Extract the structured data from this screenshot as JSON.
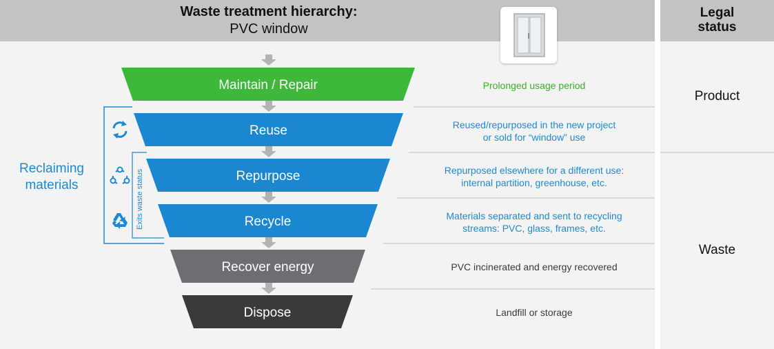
{
  "header": {
    "title": "Waste treatment hierarchy:",
    "subtitle": "PVC window",
    "legal_title_line1": "Legal",
    "legal_title_line2": "status"
  },
  "side_label": {
    "line1": "Reclaiming",
    "line2": "materials"
  },
  "exits_label": "Exits waste status",
  "steps": [
    {
      "label": "Maintain / Repair",
      "color": "#3db83a",
      "description": [
        "Prolonged usage period"
      ],
      "description_color": "#3aae2a"
    },
    {
      "label": "Reuse",
      "color": "#1a87d0",
      "description": [
        "Reused/repurposed in the new project",
        "or sold for “window” use"
      ],
      "description_color": "#1b8ad1"
    },
    {
      "label": "Repurpose",
      "color": "#1a87d0",
      "description": [
        "Repurposed elsewhere for a different use:",
        "internal partition, greenhouse, etc."
      ],
      "description_color": "#1b8ad1"
    },
    {
      "label": "Recycle",
      "color": "#1a87d0",
      "description": [
        "Materials separated and sent to recycling",
        "streams: PVC, glass, frames, etc."
      ],
      "description_color": "#1b8ad1"
    },
    {
      "label": "Recover energy",
      "color": "#6d6e71",
      "description": [
        "PVC incinerated and energy recovered"
      ],
      "description_color": "#3a3a3a"
    },
    {
      "label": "Dispose",
      "color": "#3a3a3b",
      "description": [
        "Landfill or storage"
      ],
      "description_color": "#3a3a3a"
    }
  ],
  "legal_status": {
    "product": "Product",
    "waste": "Waste"
  },
  "icons": [
    "rotate-arrows-icon",
    "share-cycle-icon",
    "recycle-icon",
    "pvc-window-icon"
  ]
}
